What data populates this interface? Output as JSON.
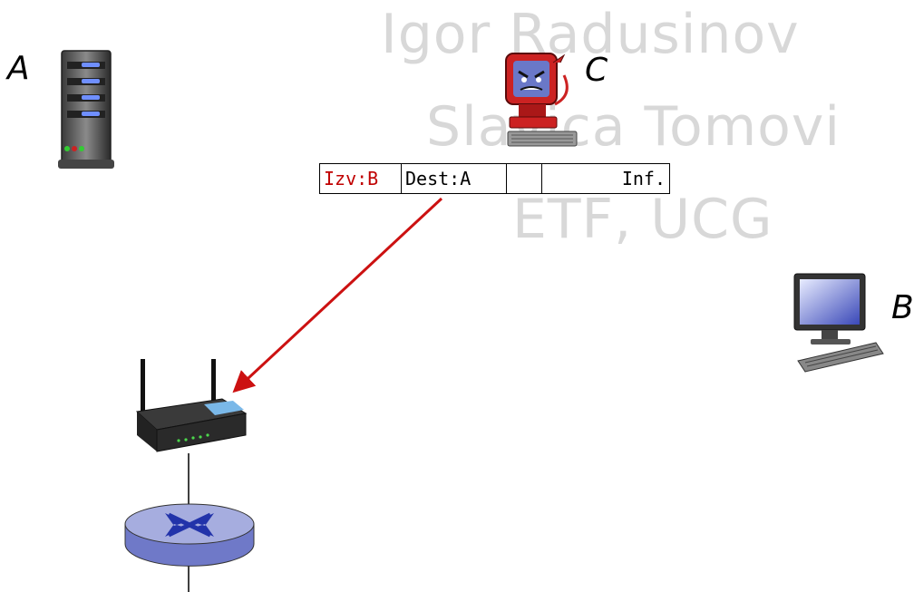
{
  "watermark": {
    "line1": "Igor Radusinov",
    "line2": "Slavica Tomovi",
    "line3": "ETF, UCG"
  },
  "nodes": {
    "a_label": "A",
    "b_label": "B",
    "c_label": "C"
  },
  "packet": {
    "source": "Izv:B",
    "destination": "Dest:A",
    "empty": "",
    "payload": "Inf."
  },
  "colors": {
    "attacker": "#cc2222",
    "arrow": "#cc1111",
    "router": "#8a95dd",
    "watermark": "#d8d8d8"
  },
  "icons": {
    "host_a": "server-icon",
    "host_b": "computer-icon",
    "host_c": "attacker-computer-icon",
    "wifi": "wireless-router-icon",
    "router": "router-icon"
  }
}
